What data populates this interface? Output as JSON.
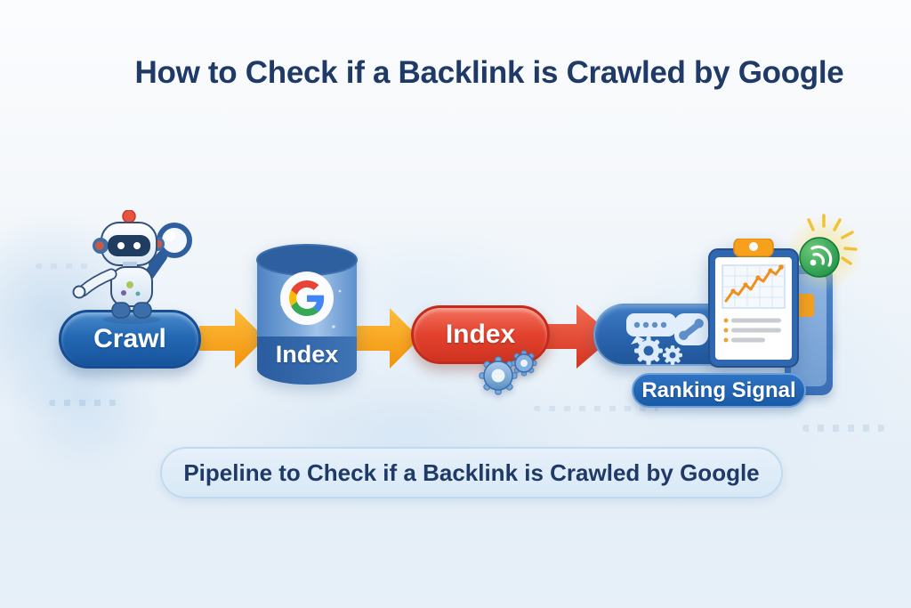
{
  "title": "How to Check if a Backlink is Crawled by Google",
  "caption": "Pipeline to Check if a Backlink is Crawled by Google",
  "flow": {
    "crawl_label": "Crawl",
    "db_label": "Index",
    "index_label": "Index",
    "ranking_label": "Ranking Signal"
  },
  "icons": {
    "robot": "google-crawler-robot-with-magnifying-glass",
    "database": "google-index-database-cylinder",
    "google_logo": "google-g-logo",
    "arrows": "flow-arrows",
    "gears": "processing-gears",
    "chat": "chat-bubble",
    "phone": "phone-call",
    "clipboard": "ranking-report-clipboard-with-trend-chart",
    "signal": "signal-badge-with-sunburst"
  },
  "colors": {
    "title_text": "#1f3a66",
    "crawl_pill_blue": "#2368b3",
    "index_pill_red": "#e2422e",
    "arrow_gold": "#f59b17",
    "arrow_red": "#e0402b",
    "ranking_container_blue": "#2a64ad",
    "ranking_pill_blue": "#1a5aa6",
    "caption_bg": "#d8e9f6",
    "google_red": "#ea4335",
    "google_blue": "#4285f4",
    "google_yellow": "#fbbc05",
    "google_green": "#34a853"
  }
}
